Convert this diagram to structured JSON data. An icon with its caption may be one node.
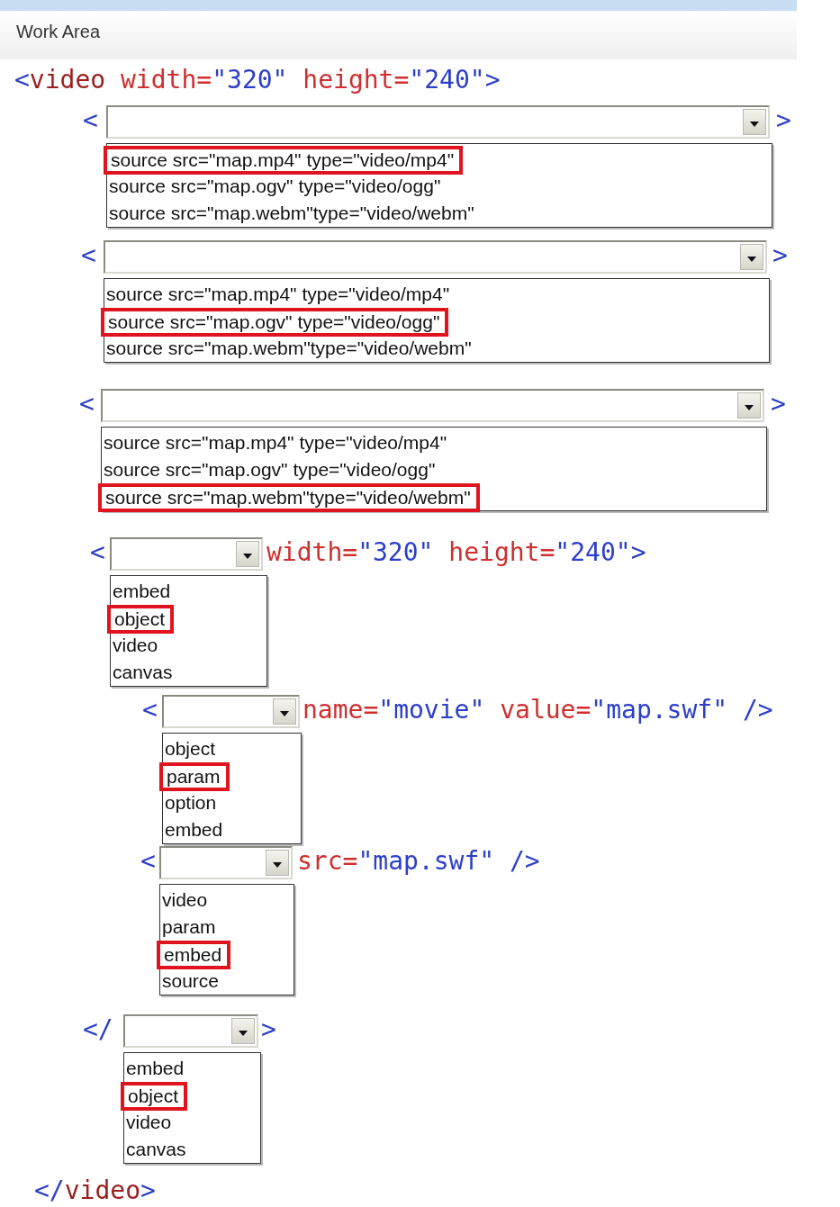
{
  "diagram": {
    "nodes": [
      {
        "text": [
          "source src=\"map.mp4\" type=\"video/mp4\"",
          "source src=\"map.ogv\" type=\"video/ogg\"",
          "source src=\"map.webm\"type=\"video/webm\""
        ]
      },
      {
        "text": [
          "source src=\"map.mp4\" type=\"video/mp4\"",
          "source src=\"map.ogv\" type=\"video/ogg\"",
          "source src=\"map.webm\"type=\"video/webm\""
        ]
      },
      {
        "text": [
          "source src=\"map.mp4\" type=\"video/mp4\"",
          "source src=\"map.ogv\" type=\"video/ogg\"",
          "source src=\"map.webm\"type=\"video/webm\""
        ]
      },
      {
        "text": [
          "embed",
          "object",
          "video",
          "canvas"
        ]
      },
      {
        "text": [
          "object",
          "param",
          "option",
          "embed"
        ]
      },
      {
        "text": [
          "video",
          "param",
          "embed",
          "source"
        ]
      },
      {
        "text": [
          "embed",
          "object",
          "video",
          "canvas"
        ]
      }
    ],
    "labels": [
      "Work Area",
      "<video width=\"320\" height=\"240\">",
      "<",
      ">",
      "<",
      ">",
      "<",
      ">",
      "<",
      "width=\"320\" height=\"240\">",
      "<",
      "name=\"movie\" value=\"map.swf\" />",
      "<",
      "src=\"map.swf\" />",
      "</",
      ">",
      "</video>"
    ]
  }
}
